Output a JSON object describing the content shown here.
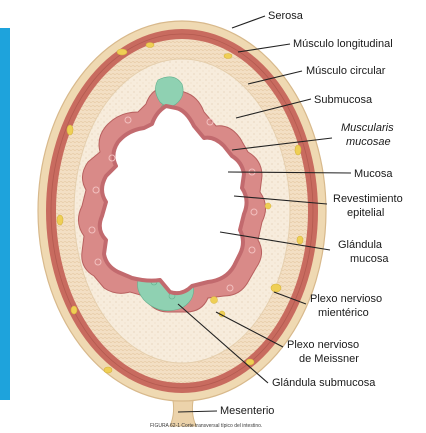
{
  "colors": {
    "accent_bar": "#1ea3dc",
    "serosa": "#e9cfa6",
    "muscle_longitudinal": "#c96a5e",
    "muscle_circular": "#f0c9b3",
    "submucosa": "#f6ead8",
    "mucosa": "#d98a88",
    "epithelium": "#c26a6e",
    "gland": "#8fd1b2",
    "plexus": "#efcf55",
    "lumen": "#ffffff",
    "leader": "#222222"
  },
  "labels": {
    "serosa": "Serosa",
    "musculo_longitudinal": "Músculo longitudinal",
    "musculo_circular": "Músculo circular",
    "submucosa": "Submucosa",
    "muscularis_mucosae_1": "Muscularis",
    "muscularis_mucosae_2": "mucosae",
    "mucosa": "Mucosa",
    "revestimiento_1": "Revestimiento",
    "revestimiento_2": "epitelial",
    "glandula_mucosa_1": "Glándula",
    "glandula_mucosa_2": "mucosa",
    "plexo_mienterico_1": "Plexo nervioso",
    "plexo_mienterico_2": "mientérico",
    "plexo_meissner_1": "Plexo nervioso",
    "plexo_meissner_2": "de Meissner",
    "glandula_submucosa": "Glándula submucosa",
    "mesenterio": "Mesenterio",
    "caption": "FIGURA 62-1 Corte transversal típico del intestino."
  }
}
